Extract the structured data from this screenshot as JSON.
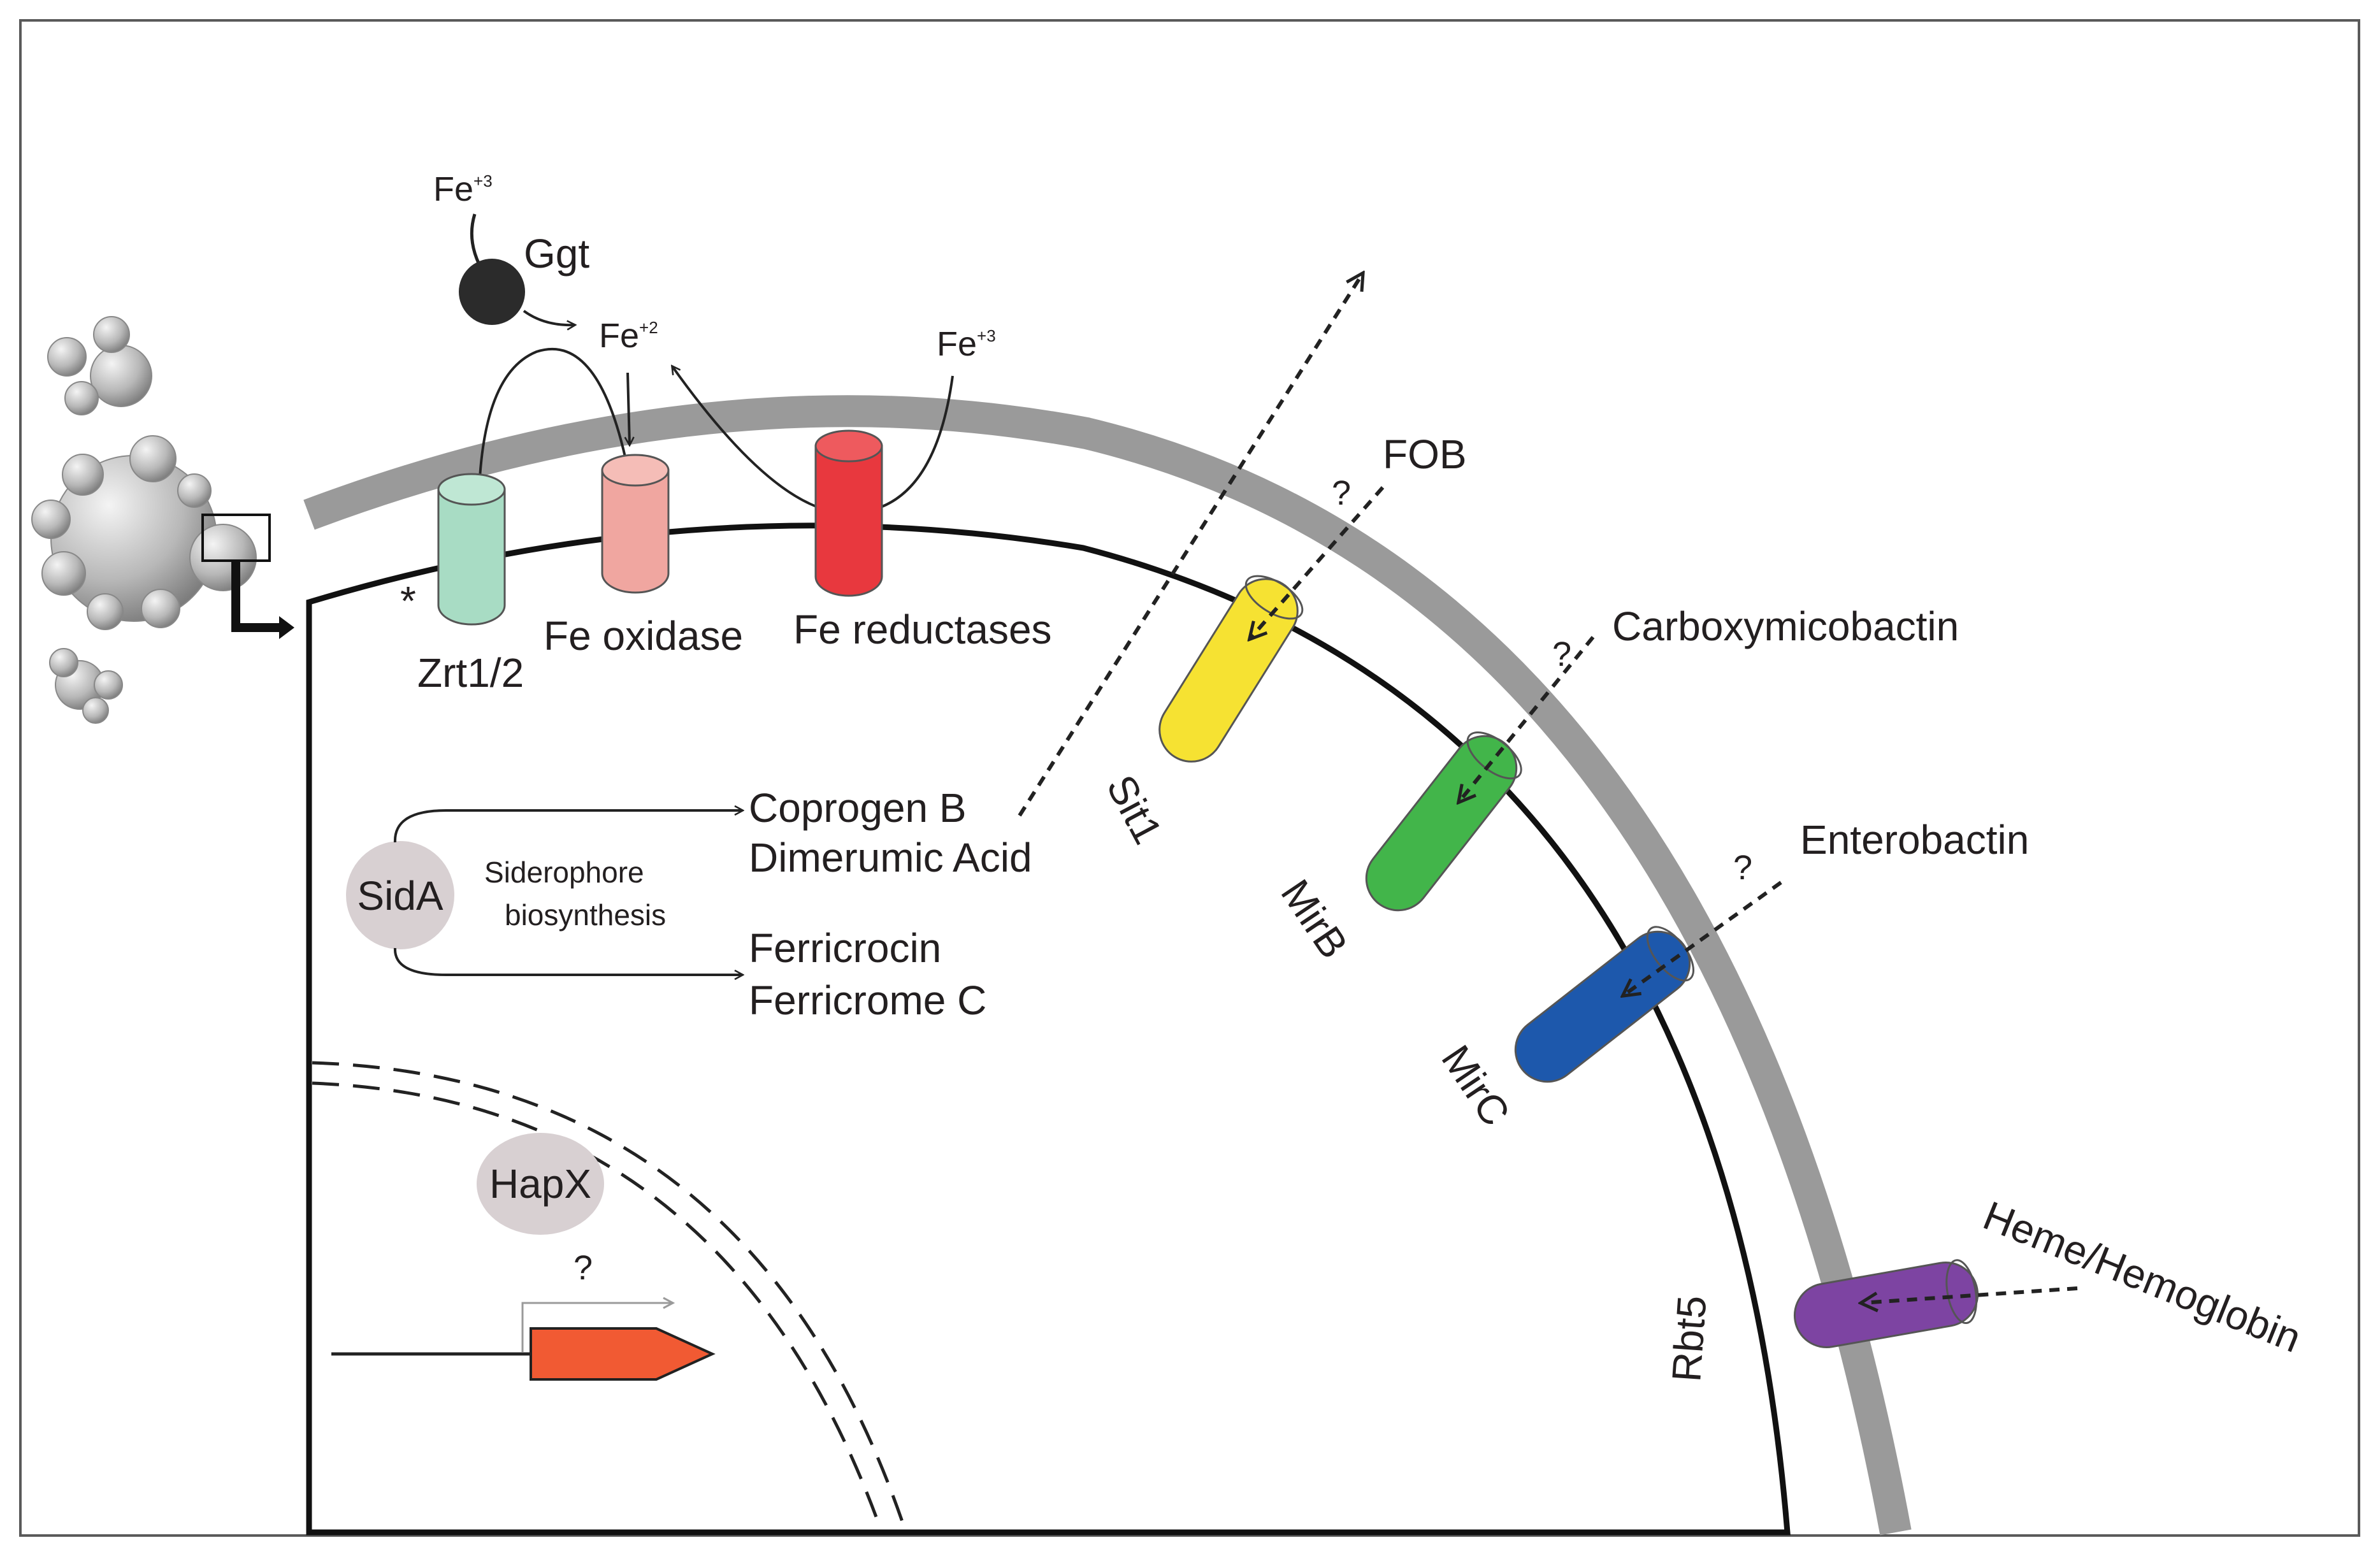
{
  "colors": {
    "frame": "#5a5a5a",
    "cell_wall": "#9a9a9a",
    "membrane": "#111111",
    "ggt": "#2b2b2b",
    "zrt": "#a8dcc4",
    "fe_oxidase": "#f0a6a0",
    "fe_reductase": "#e8383e",
    "sit1": "#f6e232",
    "mirb": "#42b54a",
    "mirc": "#1d58ac",
    "rbt5": "#7d44a2",
    "sida_bubble": "#d8d0d2",
    "hapx_bubble": "#d8d0d2",
    "gene": "#f15a33"
  },
  "labels": {
    "fe3_top": "Fe",
    "fe3_top_sup": "+3",
    "ggt": "Ggt",
    "fe2": "Fe",
    "fe2_sup": "+2",
    "fe3_right": "Fe",
    "fe3_right_sup": "+3",
    "asterisk": "*",
    "zrt": "Zrt1/2",
    "fe_oxidase": "Fe oxidase",
    "fe_reductases": "Fe reductases",
    "fob": "FOB",
    "q_fob": "?",
    "carboxymicobactin": "Carboxymicobactin",
    "q_carboxy": "?",
    "enterobactin": "Enterobactin",
    "q_entero": "?",
    "sit1": "Sit1",
    "mirb": "MirB",
    "mirc": "MirC",
    "rbt5": "Rbt5",
    "heme": "Heme/Hemoglobin",
    "sida": "SidA",
    "siderophore_line1": "Siderophore",
    "siderophore_line2": "biosynthesis",
    "coprogen": "Coprogen B",
    "dimerumic": "Dimerumic Acid",
    "ferricrocin": "Ferricrocin",
    "ferricrome": "Ferricrome C",
    "hapx": "HapX",
    "q_hapx": "?"
  }
}
